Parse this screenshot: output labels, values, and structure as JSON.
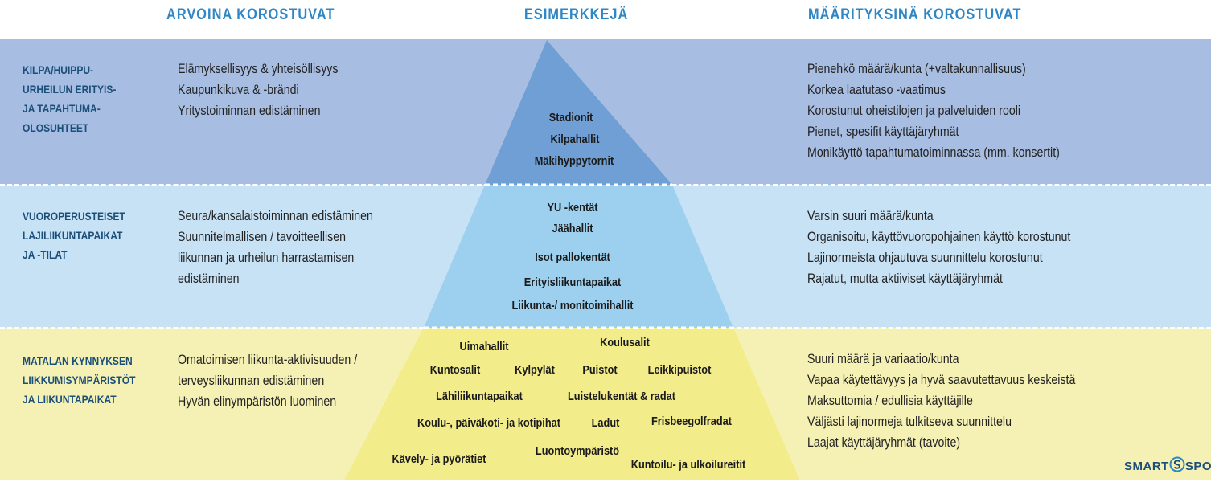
{
  "headers": {
    "values": "ARVOINA KOROSTUVAT",
    "examples": "ESIMERKKEJÄ",
    "definitions": "MÄÄRITYKSINÄ KOROSTUVAT"
  },
  "levels": [
    {
      "category": [
        "KILPA/HUIPPU-",
        "URHEILUN ERITYIS-",
        "JA TAPAHTUMA-",
        "OLOSUHTEET"
      ],
      "values": [
        "Elämyksellisyys & yhteisöllisyys",
        "Kaupunkikuva & -brändi",
        "Yritystoiminnan edistäminen"
      ],
      "examples": [
        "Stadionit",
        "Kilpahallit",
        "Mäkihyppytornit"
      ],
      "definitions": [
        "Pienehkö määrä/kunta (+valtakunnallisuus)",
        "Korkea laatutaso -vaatimus",
        "Korostunut oheistilojen ja palveluiden rooli",
        "Pienet, spesifit käyttäjäryhmät",
        "Monikäyttö tapahtumatoiminnassa (mm. konsertit)"
      ],
      "band_color": "#a7bde2",
      "pyramid_color": "#6f9fd4"
    },
    {
      "category": [
        "VUOROPERUSTEISET",
        "LAJILIIKUNTAPAIKAT",
        "JA -TILAT"
      ],
      "values": [
        "Seura/kansalaistoiminnan edistäminen",
        "Suunnitelmallisen / tavoitteellisen",
        "liikunnan ja urheilun harrastamisen",
        "edistäminen"
      ],
      "examples": [
        "YU -kentät",
        "Jäähallit",
        "Isot pallokentät",
        "Erityisliikuntapaikat",
        "Liikunta-/ monitoimihallit"
      ],
      "definitions": [
        "Varsin suuri määrä/kunta",
        "Organisoitu, käyttövuoropohjainen käyttö korostunut",
        "Lajinormeista ohjautuva suunnittelu korostunut",
        "Rajatut, mutta aktiiviset käyttäjäryhmät"
      ],
      "band_color": "#c8e2f5",
      "pyramid_color": "#9dd0ef"
    },
    {
      "category": [
        "MATALAN KYNNYKSEN",
        "LIIKKUMISYMPÄRISTÖT",
        "JA LIIKUNTAPAIKAT"
      ],
      "values": [
        "Omatoimisen liikunta-aktivisuuden /",
        "terveysliikunnan edistäminen",
        "Hyvän elinympäristön luominen"
      ],
      "examples": [
        "Uimahallit",
        "Koulusalit",
        "Kuntosalit",
        "Kylpylät",
        "Puistot",
        "Leikkipuistot",
        "Lähiliikuntapaikat",
        "Luistelukentät & radat",
        "Koulu-, päiväkoti- ja kotipihat",
        "Ladut",
        "Frisbeegolfradat",
        "Kävely- ja pyörätiet",
        "Luontoympäristö",
        "Kuntoilu- ja ulkoilureitit"
      ],
      "definitions": [
        "Suuri määrä ja variaatio/kunta",
        "Vapaa käytettävyys ja hyvä saavutettavuus keskeistä",
        "Maksuttomia / edullisia käyttäjille",
        "Väljästi lajinormeja tulkitseva suunnittelu",
        "Laajat käyttäjäryhmät (tavoite)"
      ],
      "band_color": "#f5f1b4",
      "pyramid_color": "#f2ec8a"
    }
  ],
  "logo": {
    "left": "SMART",
    "right": "SPORT"
  },
  "colors": {
    "header": "#2f86c4",
    "category": "#1b4f7a"
  }
}
